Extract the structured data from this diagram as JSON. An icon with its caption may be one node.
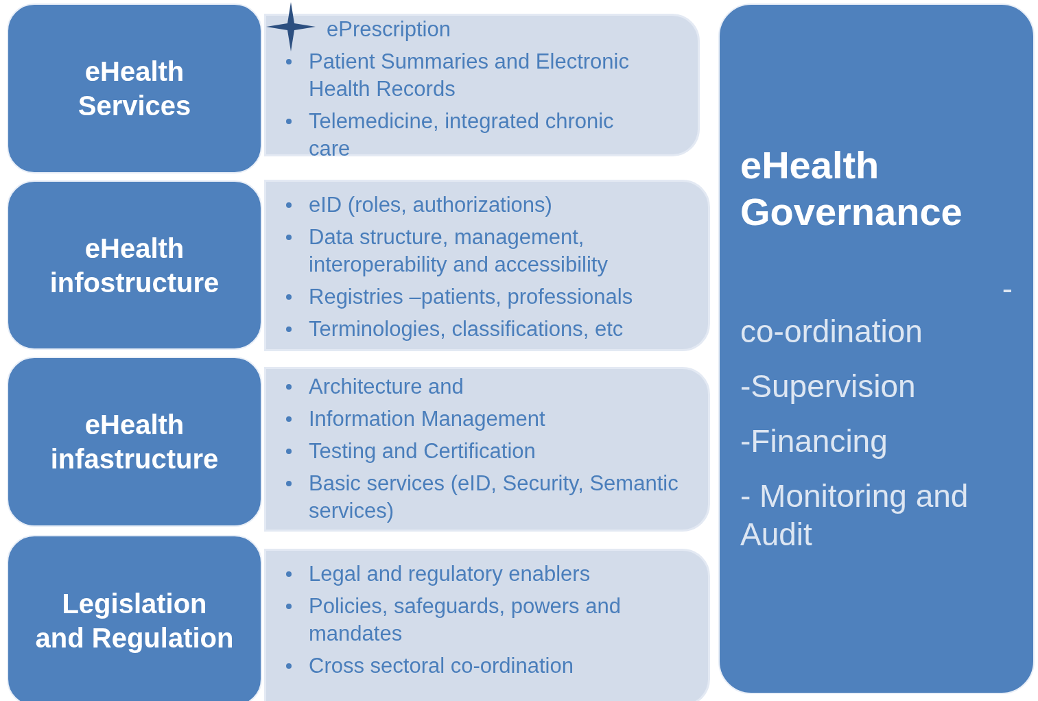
{
  "diagram": {
    "nodes": [
      {
        "text": [
          "eHealth Services"
        ]
      },
      {
        "text": [
          "ePrescription",
          "Patient Summaries and Electronic Health Records",
          "Telemedicine, integrated chronic care"
        ]
      },
      {
        "text": [
          "eHealth infostructure"
        ]
      },
      {
        "text": [
          "eID (roles, authorizations)",
          "Data structure, management, interoperability and accessibility",
          "Registries –patients, professionals",
          "Terminologies, classifications, etc"
        ]
      },
      {
        "text": [
          "eHealth infastructure"
        ]
      },
      {
        "text": [
          "Architecture and",
          "Information Management",
          "Testing and Certification",
          "Basic services (eID, Security, Semantic services)"
        ]
      },
      {
        "text": [
          "Legislation and Regulation"
        ]
      },
      {
        "text": [
          "Legal and regulatory enablers",
          "Policies, safeguards, powers and mandates",
          "Cross sectoral co-ordination"
        ]
      },
      {
        "text": [
          "eHealth Governance",
          "-",
          "co-ordination",
          "-Supervision",
          "-Financing",
          "- Monitoring and Audit"
        ]
      }
    ],
    "edges": []
  }
}
